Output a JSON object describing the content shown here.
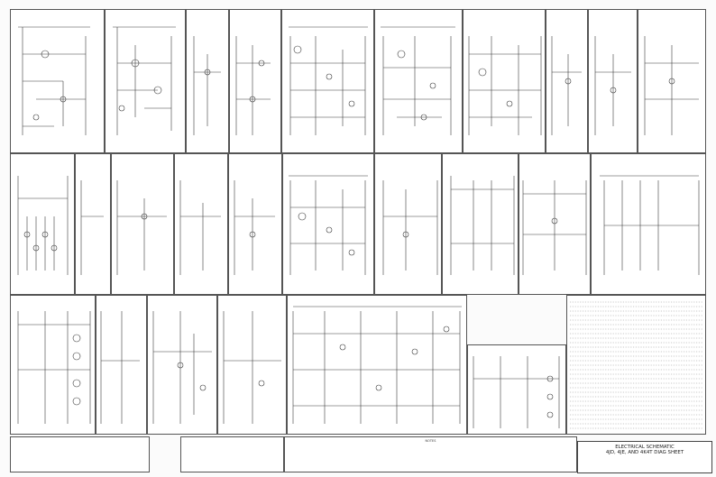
{
  "sheet": {
    "title_block": {
      "title_line1": "ELECTRICAL SCHEMATIC",
      "title_line2": "4JD, 4JE, AND 4K4T DIAG SHEET",
      "subtitle": "",
      "sheet_number": ""
    },
    "notes_label": "NOTES",
    "panels": [
      {
        "title": "",
        "footer": ""
      }
    ]
  },
  "colors": {
    "wire": "#3a3a3a",
    "panel_border": "#555555",
    "background": "#fbfbfb"
  }
}
